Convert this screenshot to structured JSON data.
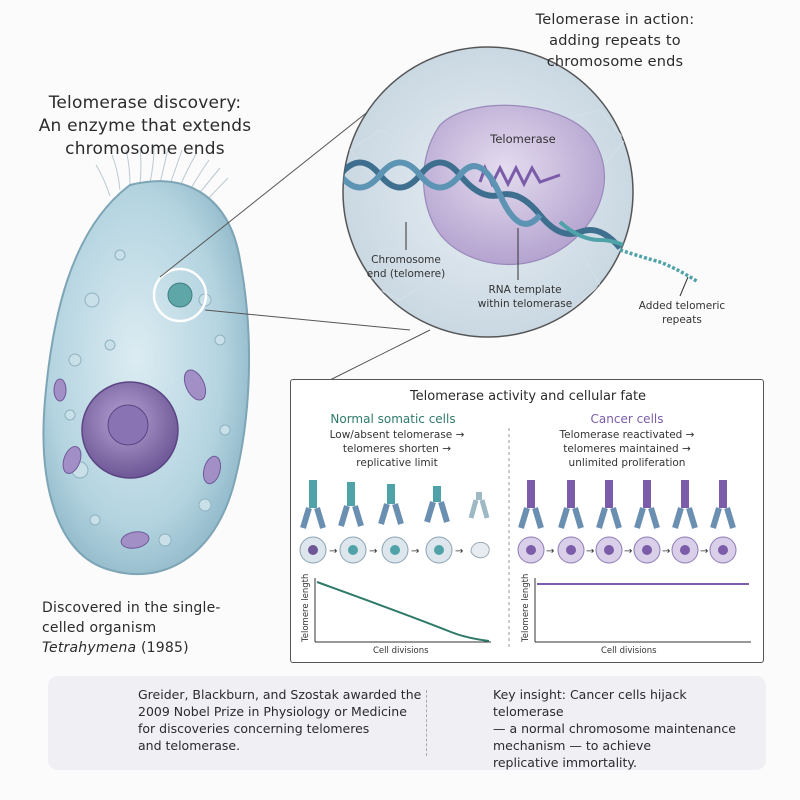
{
  "titles": {
    "left_line1": "Telomerase discovery:",
    "left_line2": "An enzyme that extends",
    "left_line3": "chromosome ends",
    "right_line1": "Telomerase in action:",
    "right_line2": "adding repeats to",
    "right_line3": "chromosome ends"
  },
  "discovery": {
    "line1": "Discovered in the single-",
    "line2": "celled organism",
    "line3_organism": "Tetrahymena",
    "line3_year": "(1985)"
  },
  "zoom_labels": {
    "telomerase": "Telomerase",
    "chromosome_end_1": "Chromosome",
    "chromosome_end_2": "end (telomere)",
    "rna_template_1": "RNA template",
    "rna_template_2": "within telomerase",
    "added_repeats_1": "Added telomeric",
    "added_repeats_2": "repeats"
  },
  "fate": {
    "title": "Telomerase activity and cellular fate",
    "normal": {
      "heading": "Normal somatic cells",
      "line1": "Low/absent telomerase →",
      "line2": "telomeres shorten →",
      "line3": "replicative limit",
      "y_axis": "Telomere length",
      "x_axis": "Cell divisions"
    },
    "cancer": {
      "heading": "Cancer cells",
      "line1": "Telomerase reactivated →",
      "line2": "telomeres maintained →",
      "line3": "unlimited proliferation",
      "y_axis": "Telomere length",
      "x_axis": "Cell divisions"
    }
  },
  "nobel": {
    "line1": "Greider, Blackburn, and Szostak awarded the",
    "line2": "2009 Nobel Prize in Physiology or Medicine",
    "line3": "for discoveries concerning telomeres",
    "line4": "and telomerase."
  },
  "insight": {
    "line1": "Key insight: Cancer cells hijack telomerase",
    "line2": "— a normal chromosome maintenance",
    "line3": "mechanism — to achieve",
    "line4": "replicative immortality."
  },
  "colors": {
    "normal_green": "#2f7a6a",
    "cancer_purple": "#7a5ca8",
    "telomere_teal": "#4fa3a8",
    "cell_blue": "#a9cfdc",
    "gold": "#d9a92c"
  },
  "icons": [
    "nobel-medal-icon",
    "lightbulb-icon"
  ]
}
